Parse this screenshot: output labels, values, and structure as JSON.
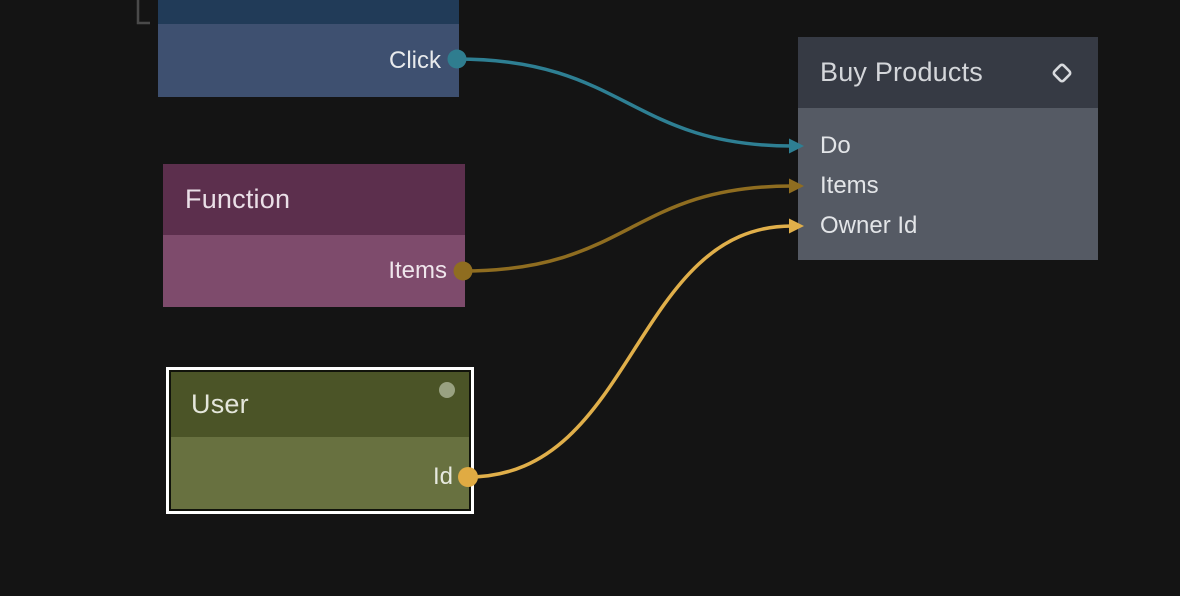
{
  "canvas": {
    "background_color": "#141414",
    "frame_corner_color": "#4a4a4a"
  },
  "nodes": {
    "click": {
      "output_label": "Click",
      "header_color": "#213b58",
      "body_color": "#3e5070",
      "port_color": "#2f7d8f"
    },
    "function": {
      "title": "Function",
      "output_label": "Items",
      "header_color": "#5c2f4d",
      "body_color": "#7e4b6c",
      "port_color": "#8f6d20"
    },
    "user": {
      "title": "User",
      "output_label": "Id",
      "selected": true,
      "selection_border_color": "#ffffff",
      "header_color": "#4b5427",
      "body_color": "#687140",
      "port_color": "#e0ab43",
      "status_dot_color": "#99a181"
    },
    "buy_products": {
      "title": "Buy Products",
      "icon": "diamond-icon",
      "icon_color": "#d8dade",
      "inputs": [
        "Do",
        "Items",
        "Owner Id"
      ],
      "header_color": "#363a44",
      "body_color": "#555a64"
    }
  },
  "connections": [
    {
      "from_node": "click",
      "from_port": "Click",
      "to_node": "buy_products",
      "to_port": "Do",
      "color": "#2e7f93"
    },
    {
      "from_node": "function",
      "from_port": "Items",
      "to_node": "buy_products",
      "to_port": "Items",
      "color": "#8f6d20"
    },
    {
      "from_node": "user",
      "from_port": "Id",
      "to_node": "buy_products",
      "to_port": "Owner Id",
      "color": "#e0af4a"
    }
  ]
}
